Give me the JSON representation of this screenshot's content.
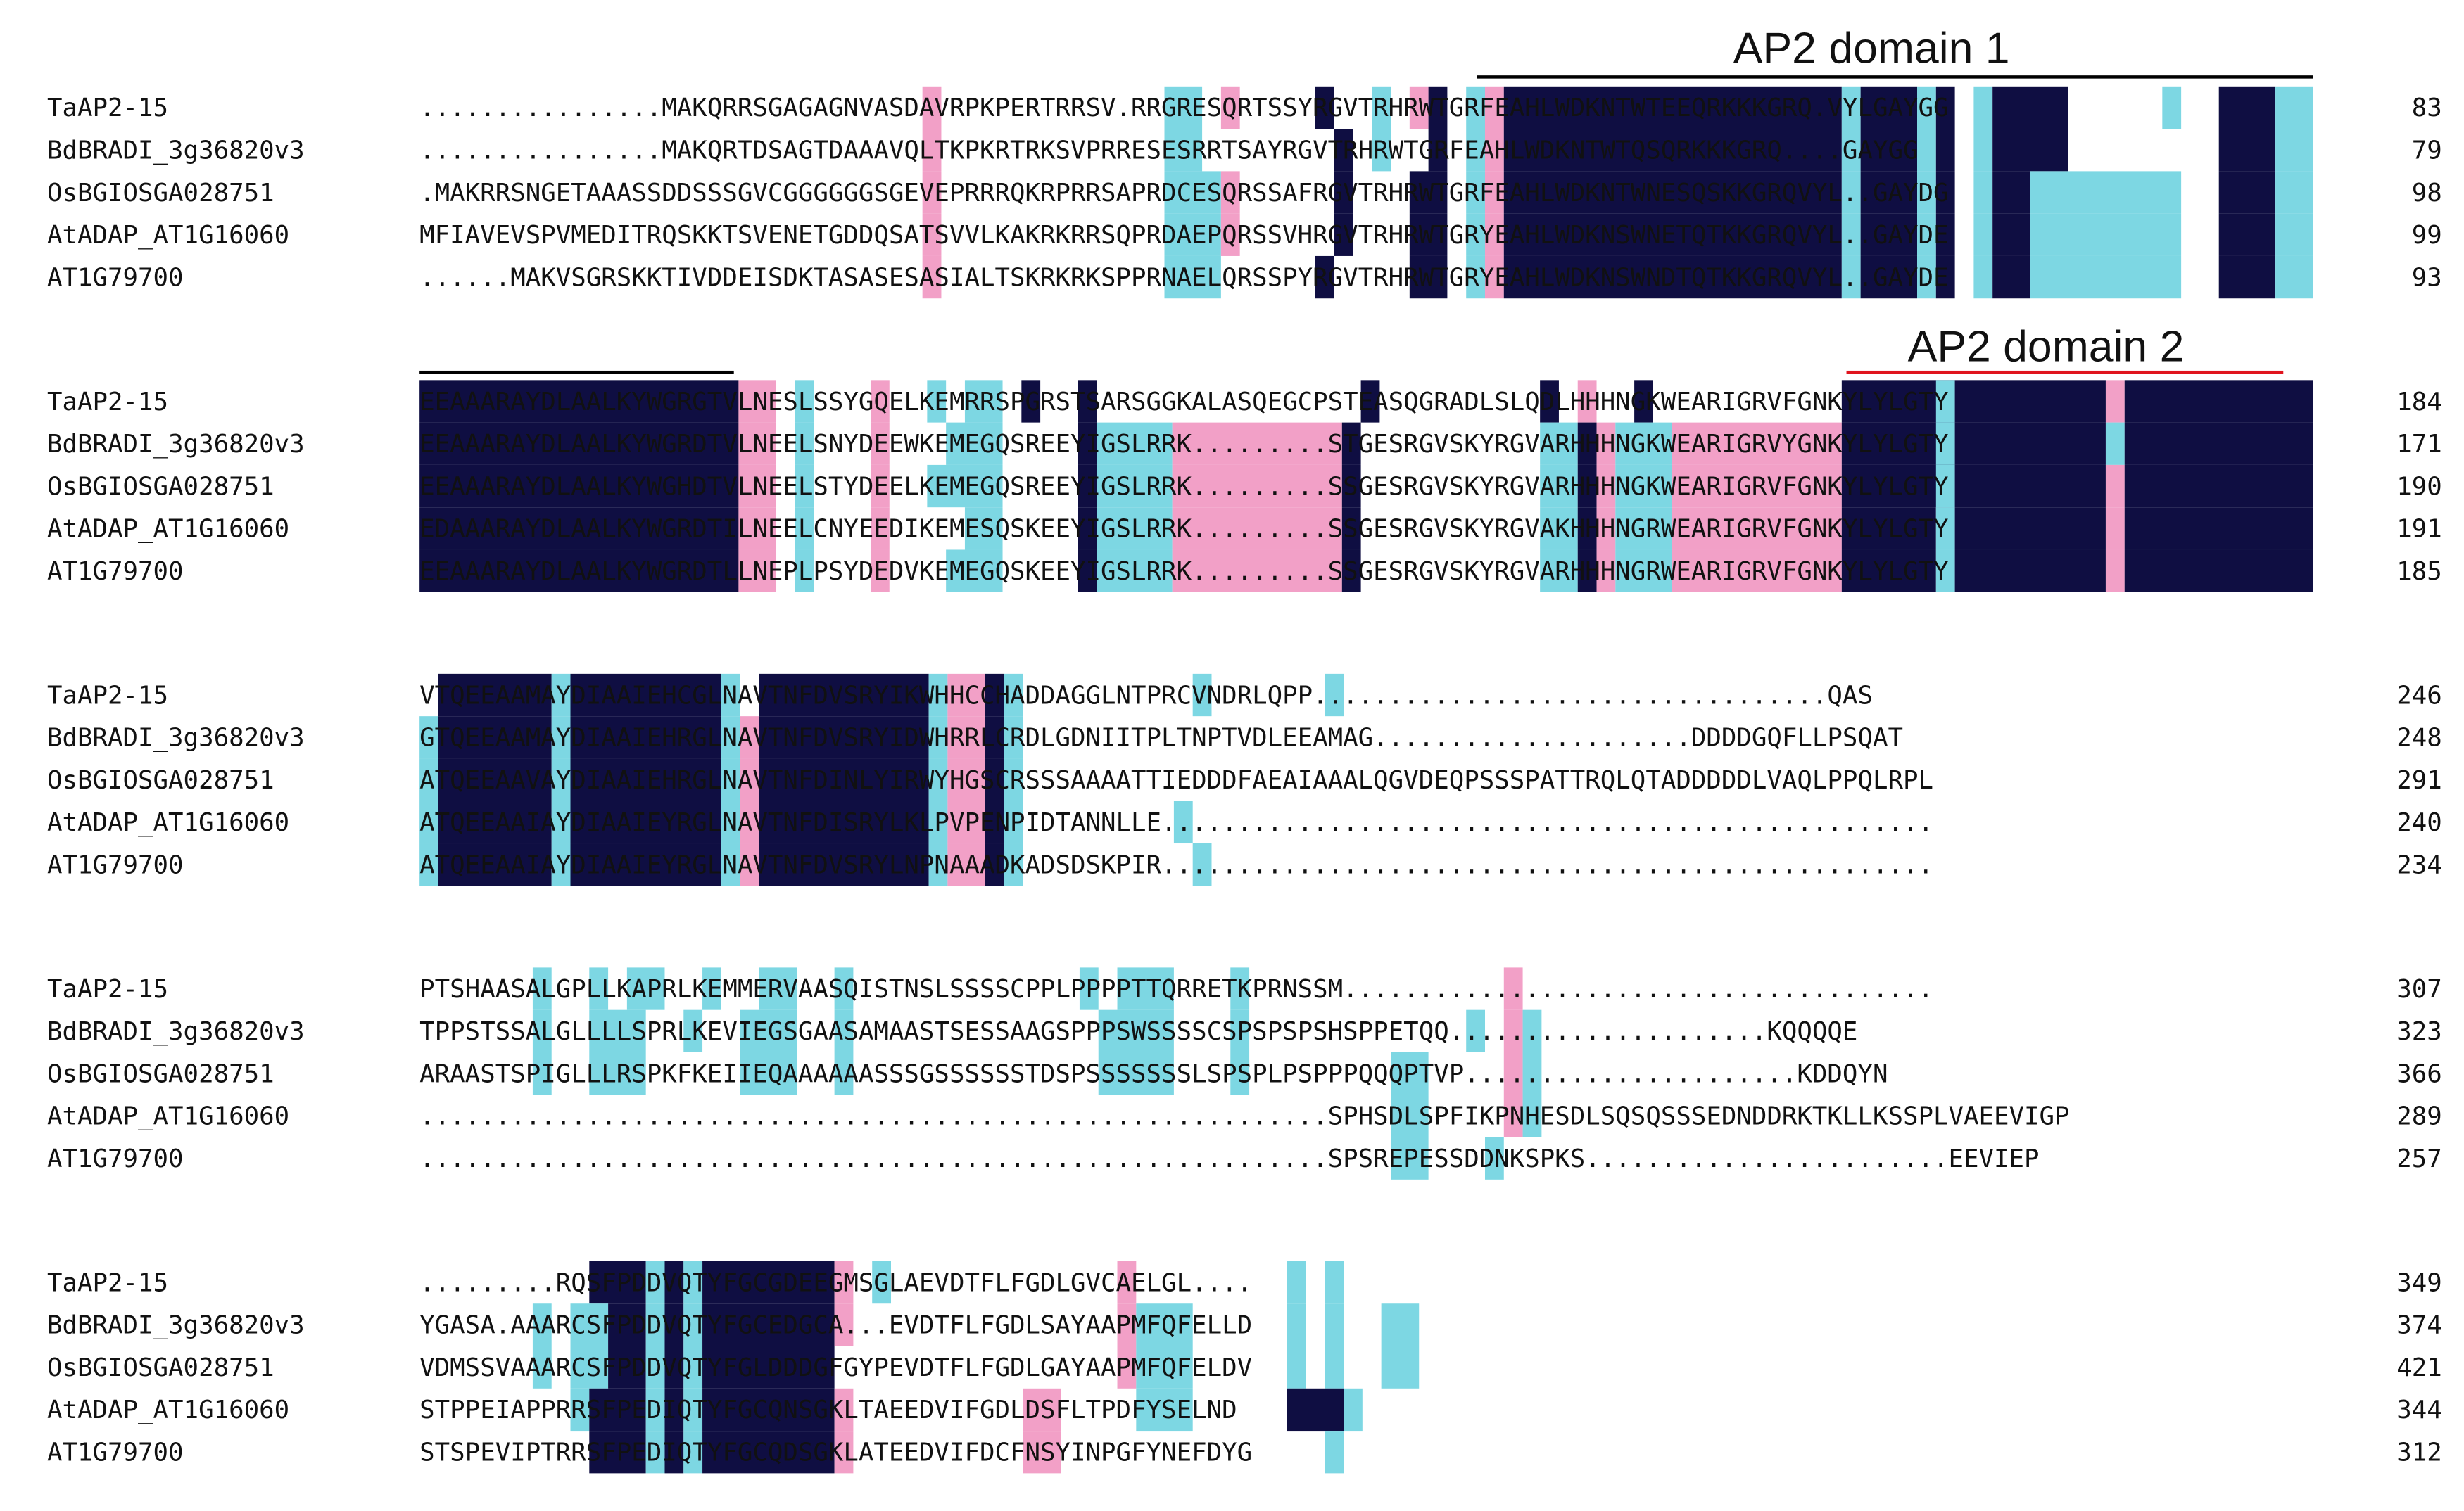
{
  "figure": {
    "domain_1": {
      "label": "AP2 domain 1",
      "line_color": "#000000"
    },
    "domain_2": {
      "label": "AP2 domain 2",
      "line_color": "#e0141e"
    }
  },
  "colors": {
    "identical": "#0f0e42",
    "similar_high": "#f2a0c7",
    "similar_low": "#7dd7e3"
  },
  "sequences": [
    "TaAP2-15",
    "BdBRADI_3g36820v3",
    "OsBGIOSGA028751",
    "AtADAP_AT1G16060",
    "AT1G79700"
  ],
  "alignment": {
    "blocks": [
      {
        "rows": [
          {
            "name": "TaAP2-15",
            "seq": "................MAKQRRSGAGAGNVASDAVRPKPERTRRSV.RRGRESQRTSSYRGVTRHRWTGRFEAHLWDKNTWTEEQRKKKGRQ.VYLGAYGG",
            "end": "83"
          },
          {
            "name": "BdBRADI_3g36820v3",
            "seq": "................MAKQRTDSAGTDAAAVQLTKPKRTRKSVPRRESESRRTSAYRGVTRHRWTGRFEAHLWDKNTWTQSQRKKKGRQ....GAYGG",
            "end": "79"
          },
          {
            "name": "OsBGIOSGA028751",
            "seq": ".MAKRRSNGETAAASSDDSSSGVCGGGGGGSGEVEPRRRQKRPRRSAPRDCESQRSSAFRGVTRHRWTGRFEAHLWDKNTWNESQSKKGRQVYL..GAYDG",
            "end": "98"
          },
          {
            "name": "AtADAP_AT1G16060",
            "seq": "MFIAVEVSPVMEDITRQSKKTSVENETGDDQSATSVVLKAKRKRRSQPRDAEPQRSSVHRGVTRHRWTGRYEAHLWDKNSWNETQTKKGRQVYL..GAYDE",
            "end": "99"
          },
          {
            "name": "AT1G79700",
            "seq": "......MAKVSGRSKKTIVDDEISDKTASASESASIALTSKRKRKSPPRNAELQRSSPYRGVTRHRWTGRYEAHLWDKNSWNDTQTKKGRQVYL..GAYDE",
            "end": "93"
          }
        ]
      },
      {
        "rows": [
          {
            "name": "TaAP2-15",
            "seq": "EEAAARAYDLAALKYWGRGTVLNESLSSYGQELKEMRRSPGRSTSARSGGKALASQEGCPSTEASQGRADLSLQDLHHHNGKWEARIGRVFGNKYLYLGTY",
            "end": "184"
          },
          {
            "name": "BdBRADI_3g36820v3",
            "seq": "EEAAARAYDLAALKYWGRDTVLNEELSNYDEEWKEMEGQSREEYIGSLRRK.........STGESRGVSKYRGVARHHHNGKWEARIGRVYGNKYLYLGTY",
            "end": "171"
          },
          {
            "name": "OsBGIOSGA028751",
            "seq": "EEAAARAYDLAALKYWGHDTVLNEELSTYDEELKEMEGQSREEYIGSLRRK.........SSGESRGVSKYRGVARHHHNGKWEARIGRVFGNKYLYLGTY",
            "end": "190"
          },
          {
            "name": "AtADAP_AT1G16060",
            "seq": "EDAAARAYDLAALKYWGRDTILNEELCNYEEDIKEMESQSKEEYIGSLRRK.........SSGESRGVSKYRGVAKHHHNGRWEARIGRVFGNKYLYLGTY",
            "end": "191"
          },
          {
            "name": "AT1G79700",
            "seq": "EEAAARAYDLAALKYWGRDTLLNEPLPSYDEDVKEMEGQSKEEYIGSLRRK.........SSGESRGVSKYRGVARHHHNGRWEARIGRVFGNKYLYLGTY",
            "end": "185"
          }
        ]
      },
      {
        "rows": [
          {
            "name": "TaAP2-15",
            "seq": "VTQEEAAMAYDIAAIEHCGLNAVTNFDVSRYIKWHHCCHADDAGGLNTPRCVNDRLQPP..................................QAS",
            "end": "246"
          },
          {
            "name": "BdBRADI_3g36820v3",
            "seq": "GTQEEAAMAYDIAAIEHRGLNAVTNFDVSRYIDWHRRLCRDLGDNIITPLTNPTVDLEEAMAG.....................DDDDGQFLLPSQAT",
            "end": "248"
          },
          {
            "name": "OsBGIOSGA028751",
            "seq": "ATQEEAAVAYDIAAIEHRGLNAVTNFDINLYIRWYHGSCRSSSAAAATTIEDDDFAEAIAAALQGVDEQPSSSPATTRQLQTADDDDDLVAQLPPQLRPL",
            "end": "291"
          },
          {
            "name": "AtADAP_AT1G16060",
            "seq": "ATQEEAAIAYDIAAIEYRGLNAVTNFDISRYLKLPVPENPIDTANNLLE...................................................",
            "end": "240"
          },
          {
            "name": "AT1G79700",
            "seq": "ATQEEAAIAYDIAAIEYRGLNAVTNFDVSRYLNPNAAADKADSDSKPIR...................................................",
            "end": "234"
          }
        ]
      },
      {
        "rows": [
          {
            "name": "TaAP2-15",
            "seq": "PTSHAASALGPLLKAPRLKEMMERVAASQISTNSLSSSSCPPLPPPPTTQRRETKPRNSSM.......................................",
            "end": "307"
          },
          {
            "name": "BdBRADI_3g36820v3",
            "seq": "TPPSTSSALGLLLLSPRLKEVIEGSGAASAMAASTSESSAAGSPPPSWSSSSCSPSPSPSHSPPETQQ.....................KQQQQE",
            "end": "323"
          },
          {
            "name": "OsBGIOSGA028751",
            "seq": "ARAASTSPIGLLLRSPKFKEIIEQAAAAAASSSGSSSSSSTDSPSSSSSSSLSPSPLPSPPPQQQPTVP......................KDDQYN",
            "end": "366"
          },
          {
            "name": "AtADAP_AT1G16060",
            "seq": "............................................................SPHSDLSPFIKPNHESDLSQSQSSSEDNDDRKTKLLKSSPLVAEEVIGP",
            "end": "289"
          },
          {
            "name": "AT1G79700",
            "seq": "............................................................SPSREPESSDDNKSPKS........................EEVIEP",
            "end": "257"
          }
        ]
      },
      {
        "rows": [
          {
            "name": "TaAP2-15",
            "seq": ".........RQSFPDDVQTYFGCGDEEGMSGLAEVDTFLFGDLGVCAELGL....",
            "end": "349"
          },
          {
            "name": "BdBRADI_3g36820v3",
            "seq": "YGASA.AAARCSFPDDVQTYFGCEDGCA...EVDTFLFGDLSAYAAPMFQFELLD",
            "end": "374"
          },
          {
            "name": "OsBGIOSGA028751",
            "seq": "VDMSSVAAARCSFPDDVQTYFGLDDDGFGYPEVDTFLFGDLGAYAAPMFQFELDV",
            "end": "421"
          },
          {
            "name": "AtADAP_AT1G16060",
            "seq": "STPPEIAPPRRSFPEDIQTYFGCQNSGKLTAEEDVIFGDLDSFLTPDFYSELND",
            "end": "344"
          },
          {
            "name": "AT1G79700",
            "seq": "STSPEVIPTRRSFPEDIQTYFGCQDSGKLATEEDVIFDCFNSYINPGFYNEFDYG",
            "end": "312"
          }
        ]
      }
    ]
  }
}
